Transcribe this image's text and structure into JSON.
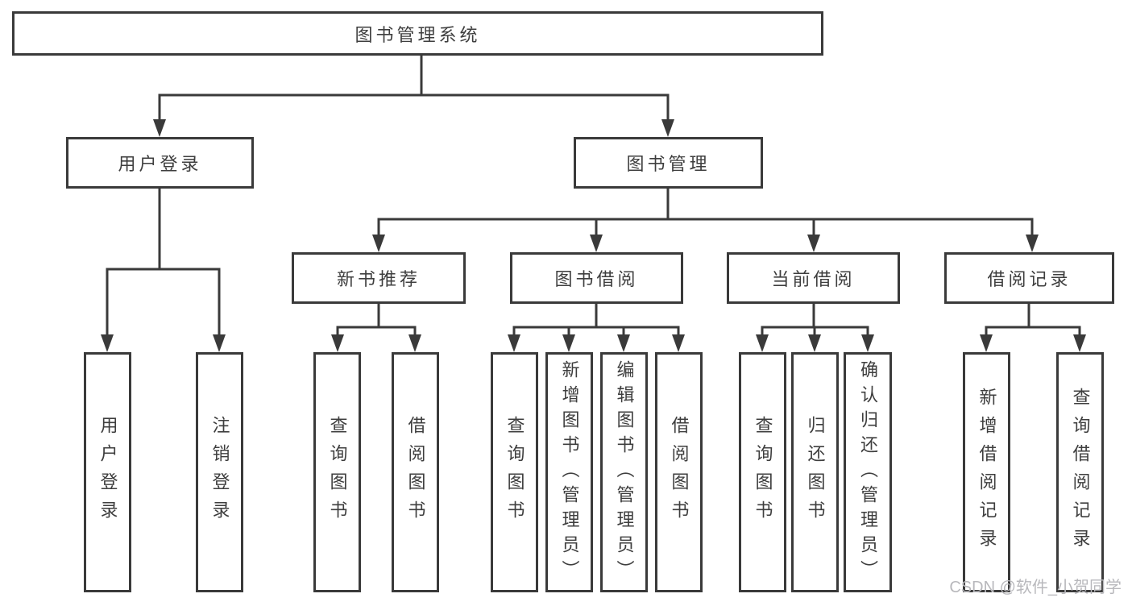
{
  "diagram": {
    "tree": {
      "label": "图书管理系统",
      "children": [
        {
          "label": "用户登录",
          "children": [
            {
              "label": "用户登录"
            },
            {
              "label": "注销登录"
            }
          ]
        },
        {
          "label": "图书管理",
          "children": [
            {
              "label": "新书推荐",
              "children": [
                {
                  "label": "查询图书"
                },
                {
                  "label": "借阅图书"
                }
              ]
            },
            {
              "label": "图书借阅",
              "children": [
                {
                  "label": "查询图书"
                },
                {
                  "label": "新增图书（管理员）"
                },
                {
                  "label": "编辑图书（管理员）"
                },
                {
                  "label": "借阅图书"
                }
              ]
            },
            {
              "label": "当前借阅",
              "children": [
                {
                  "label": "查询图书"
                },
                {
                  "label": "归还图书"
                },
                {
                  "label": "确认归还（管理员）"
                }
              ]
            },
            {
              "label": "借阅记录",
              "children": [
                {
                  "label": "新增借阅记录"
                },
                {
                  "label": "查询借阅记录"
                }
              ]
            }
          ]
        }
      ]
    },
    "colors": {
      "line": "#3a3a3a",
      "text": "#3e3e3e",
      "watermark": "#b8b8bc",
      "background": "#ffffff"
    }
  },
  "watermark": {
    "text": "CSDN @软件_小贺同学"
  }
}
